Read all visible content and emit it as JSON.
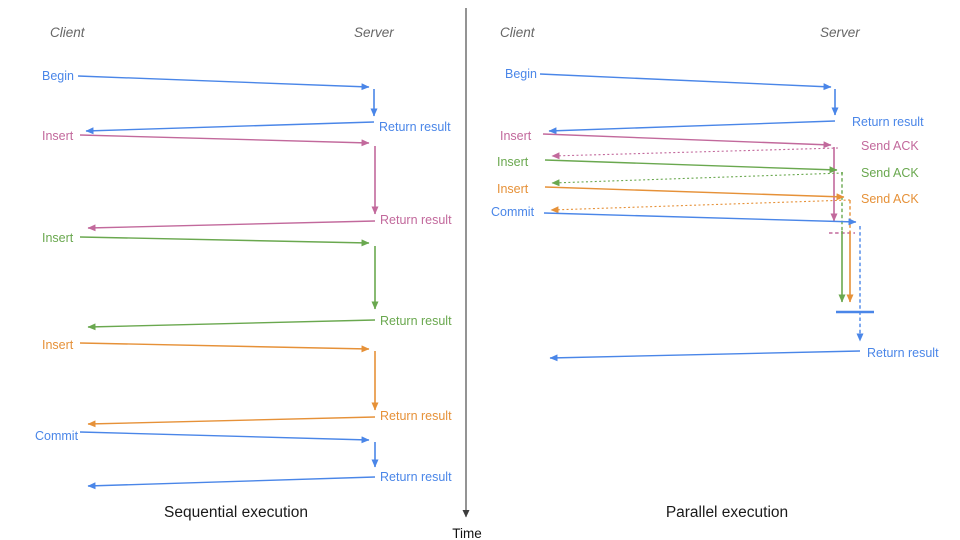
{
  "colors": {
    "blue": "#4a86e8",
    "pink": "#c2699c",
    "green": "#6aa84f",
    "orange": "#e69138",
    "header_gray": "#666666",
    "axis_dark": "#3d3d3d"
  },
  "time_axis": {
    "label": "Time"
  },
  "panels": {
    "sequential": {
      "title": "Sequential execution",
      "client_label": "Client",
      "server_label": "Server",
      "steps": [
        {
          "request": "Begin",
          "response": "Return result"
        },
        {
          "request": "Insert",
          "response": "Return result"
        },
        {
          "request": "Insert",
          "response": "Return result"
        },
        {
          "request": "Insert",
          "response": "Return result"
        },
        {
          "request": "Commit",
          "response": "Return result"
        }
      ]
    },
    "parallel": {
      "title": "Parallel execution",
      "client_label": "Client",
      "server_label": "Server",
      "steps": [
        {
          "request": "Begin",
          "response": "Return result"
        },
        {
          "request": "Insert",
          "response": "Send ACK"
        },
        {
          "request": "Insert",
          "response": "Send ACK"
        },
        {
          "request": "Insert",
          "response": "Send ACK"
        },
        {
          "request": "Commit",
          "response": "Return result"
        }
      ]
    }
  }
}
